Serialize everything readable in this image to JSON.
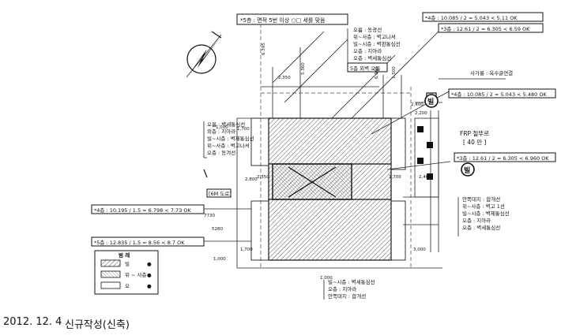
{
  "top_label": "*5층 : 면적 5번 이상 ○□ 세를 맞음",
  "right_calcs": [
    "*4층 : 10.085 / 2 = 5.043 < 5.11 OK",
    "*3층 : 12.61 / 2 = 6.305 < 6.59 OK",
    "*4층 : 10.085 / 2 = 5.043 < 5.480 OK",
    "*3층 : 12.61 / 2 = 6.305 < 6.960 OK"
  ],
  "left_calcs": [
    "*4층 : 10.195 / 1.5 = 6.798 < 7.73 OK",
    "*5층 : 12.835 / 1.5 = 8.56 < 8.7 OK"
  ],
  "top_center_list": [
    "오름 : 동광선",
    "위~사층 : 벽고나셔",
    "빌~시층 : 벽판통심선",
    "오층 : 지아라",
    "오층 : 벽세통심선"
  ],
  "setback_tag": "5층 외벽 오름",
  "stair_note": "사가롱 : 옥수글연결",
  "frp_label": "FRP 철뚜르",
  "frp_size": "[ 40 만 ]",
  "left_list": [
    "오름 : 벽세통심선",
    "외층 : 지아라",
    "빌~시층 : 벽제통심선",
    "위~사층 : 벽고나셔",
    "오층 : 동겨선"
  ],
  "right_list": [
    "안쪽대지 : 합개선",
    "위~사층 : 벽고 1선",
    "빌~시층 : 벽제통심선",
    "오층 : 지아라",
    "오층 : 벽세통심선"
  ],
  "bottom_list": [
    "빌~시층 : 벽세통심선",
    "오층 : 지아라",
    "안쪽대지 : 합개선"
  ],
  "legend": {
    "title": "범 례",
    "rows": [
      {
        "label": "빌",
        "mark": "●"
      },
      {
        "label": "위 ~ 사층",
        "mark": "●"
      },
      {
        "label": "오",
        "mark": "●"
      }
    ]
  },
  "marker_circles": [
    "빌",
    "빌"
  ],
  "floor_tag": "[6M 도로]",
  "dims": [
    "6.395",
    "5.360",
    "6.040",
    "1.500",
    "1,700",
    "2,350",
    "1,000",
    "1,700",
    "2,800",
    "2,400",
    "7730",
    "5280",
    "1,700",
    "2,400",
    "3,000",
    "1,000",
    "2,200",
    "1,000",
    "2,350"
  ],
  "footer": {
    "date": "2012. 12. 4",
    "note": "신규작성(신축)"
  },
  "colors": {
    "ink": "#111111",
    "hatch": "#555555",
    "background": "#ffffff"
  }
}
